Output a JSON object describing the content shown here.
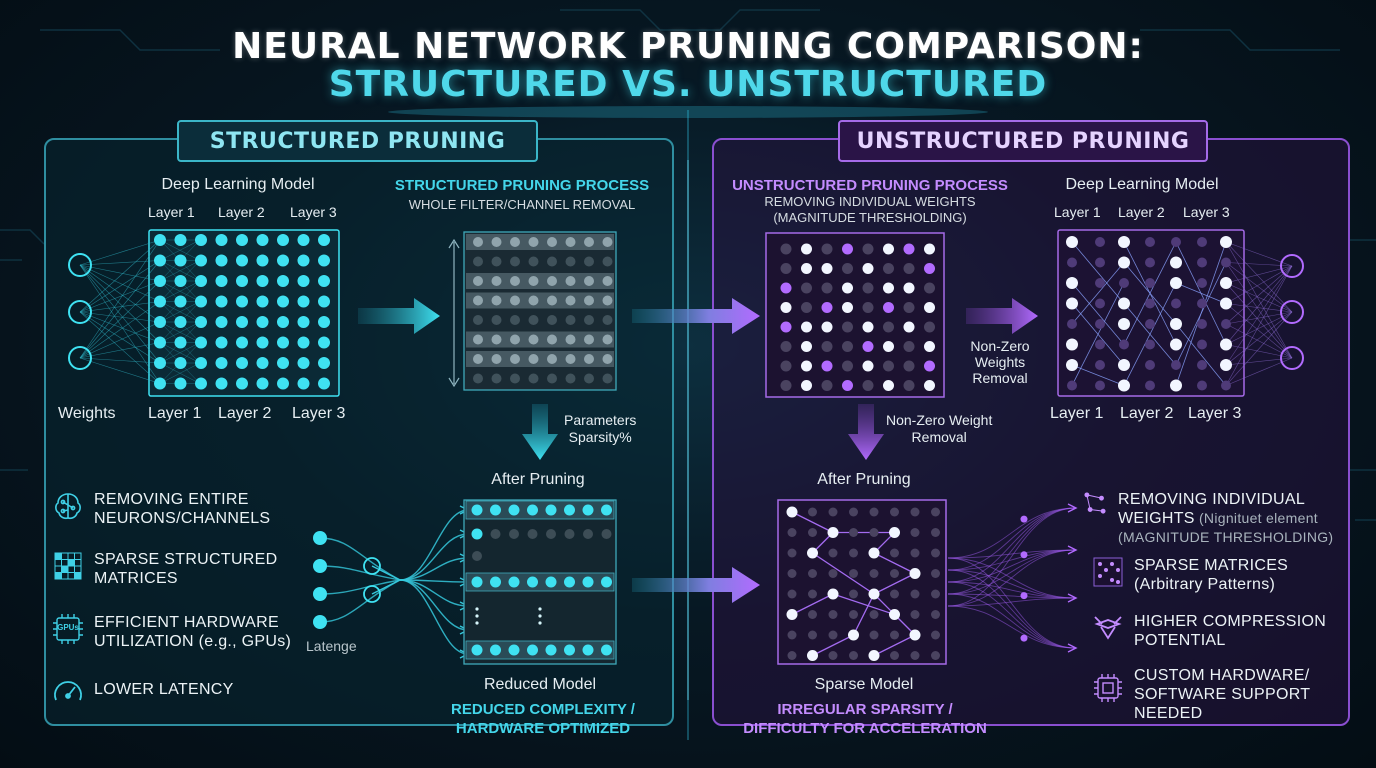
{
  "title": {
    "line1": "NEURAL NETWORK PRUNING COMPARISON:",
    "line2": "STRUCTURED VS. UNSTRUCTURED"
  },
  "left": {
    "header": "STRUCTURED PRUNING",
    "model_title": "Deep Learning Model",
    "layer_top": [
      "Layer 1",
      "Layer 2",
      "Layer 3"
    ],
    "layer_bottom": [
      "Layer 1",
      "Layer 2",
      "Layer 3"
    ],
    "weights_label": "Weights",
    "process_title": "STRUCTURED PRUNING PROCESS",
    "process_sub": "WHOLE FILTER/CHANNEL REMOVAL",
    "arrow_label_1": "Parameters",
    "arrow_label_2": "Sparsity%",
    "after_label": "After Pruning",
    "latency_label": "Latenge",
    "reduced_label": "Reduced Model",
    "caption_1": "REDUCED COMPLEXITY /",
    "caption_2": "HARDWARE OPTIMIZED",
    "bullets": [
      {
        "icon": "brain-icon",
        "line1": "REMOVING ENTIRE",
        "line2": "NEURONS/CHANNELS"
      },
      {
        "icon": "grid-matrix-icon",
        "line1": "SPARSE STRUCTURED",
        "line2": "MATRICES"
      },
      {
        "icon": "gpu-chip-icon",
        "icon_text": "GPUs",
        "line1": "EFFICIENT HARDWARE",
        "line2": "UTILIZATION (e.g., GPUs)"
      },
      {
        "icon": "speedometer-icon",
        "line1": "LOWER LATENCY",
        "line2": ""
      }
    ]
  },
  "right": {
    "header": "UNSTRUCTURED PRUNING",
    "process_title": "UNSTRUCTURED PRUNING PROCESS",
    "process_sub_1": "REMOVING INDIVIDUAL WEIGHTS",
    "process_sub_2": "(MAGNITUDE THRESHOLDING)",
    "model_title": "Deep Learning Model",
    "layer_top": [
      "Layer 1",
      "Layer 2",
      "Layer 3"
    ],
    "layer_bottom": [
      "Layer 1",
      "Layer 2",
      "Layer 3"
    ],
    "side_label_1": "Non-Zero",
    "side_label_2": "Weights",
    "side_label_3": "Removal",
    "down_label_1": "Non-Zero Weight",
    "down_label_2": "Removal",
    "after_label": "After Pruning",
    "sparse_label": "Sparse Model",
    "caption_1": "IRREGULAR SPARSITY /",
    "caption_2": "DIFFICULTY FOR ACCELERATION",
    "bullets": [
      {
        "icon": "scatter-nodes-icon",
        "line1": "REMOVING INDIVIDUAL",
        "line2a": "WEIGHTS",
        "line2b": " (Nignituet element",
        "line3": "(MAGNITUDE THRESHOLDING)"
      },
      {
        "icon": "sparse-matrix-icon",
        "line1": "SPARSE MATRICES",
        "line2": "(Arbitrary Patterns)"
      },
      {
        "icon": "compression-icon",
        "line1": "HIGHER COMPRESSION",
        "line2": "POTENTIAL"
      },
      {
        "icon": "cpu-chip-icon",
        "line1": "CUSTOM HARDWARE/",
        "line2": "SOFTWARE SUPPORT",
        "line3": "NEEDED"
      }
    ]
  },
  "colors": {
    "cyan": "#3fe2f2",
    "violet": "#b26bff",
    "white_node": "#f2f6ff",
    "dim_node": "#3a4755"
  }
}
